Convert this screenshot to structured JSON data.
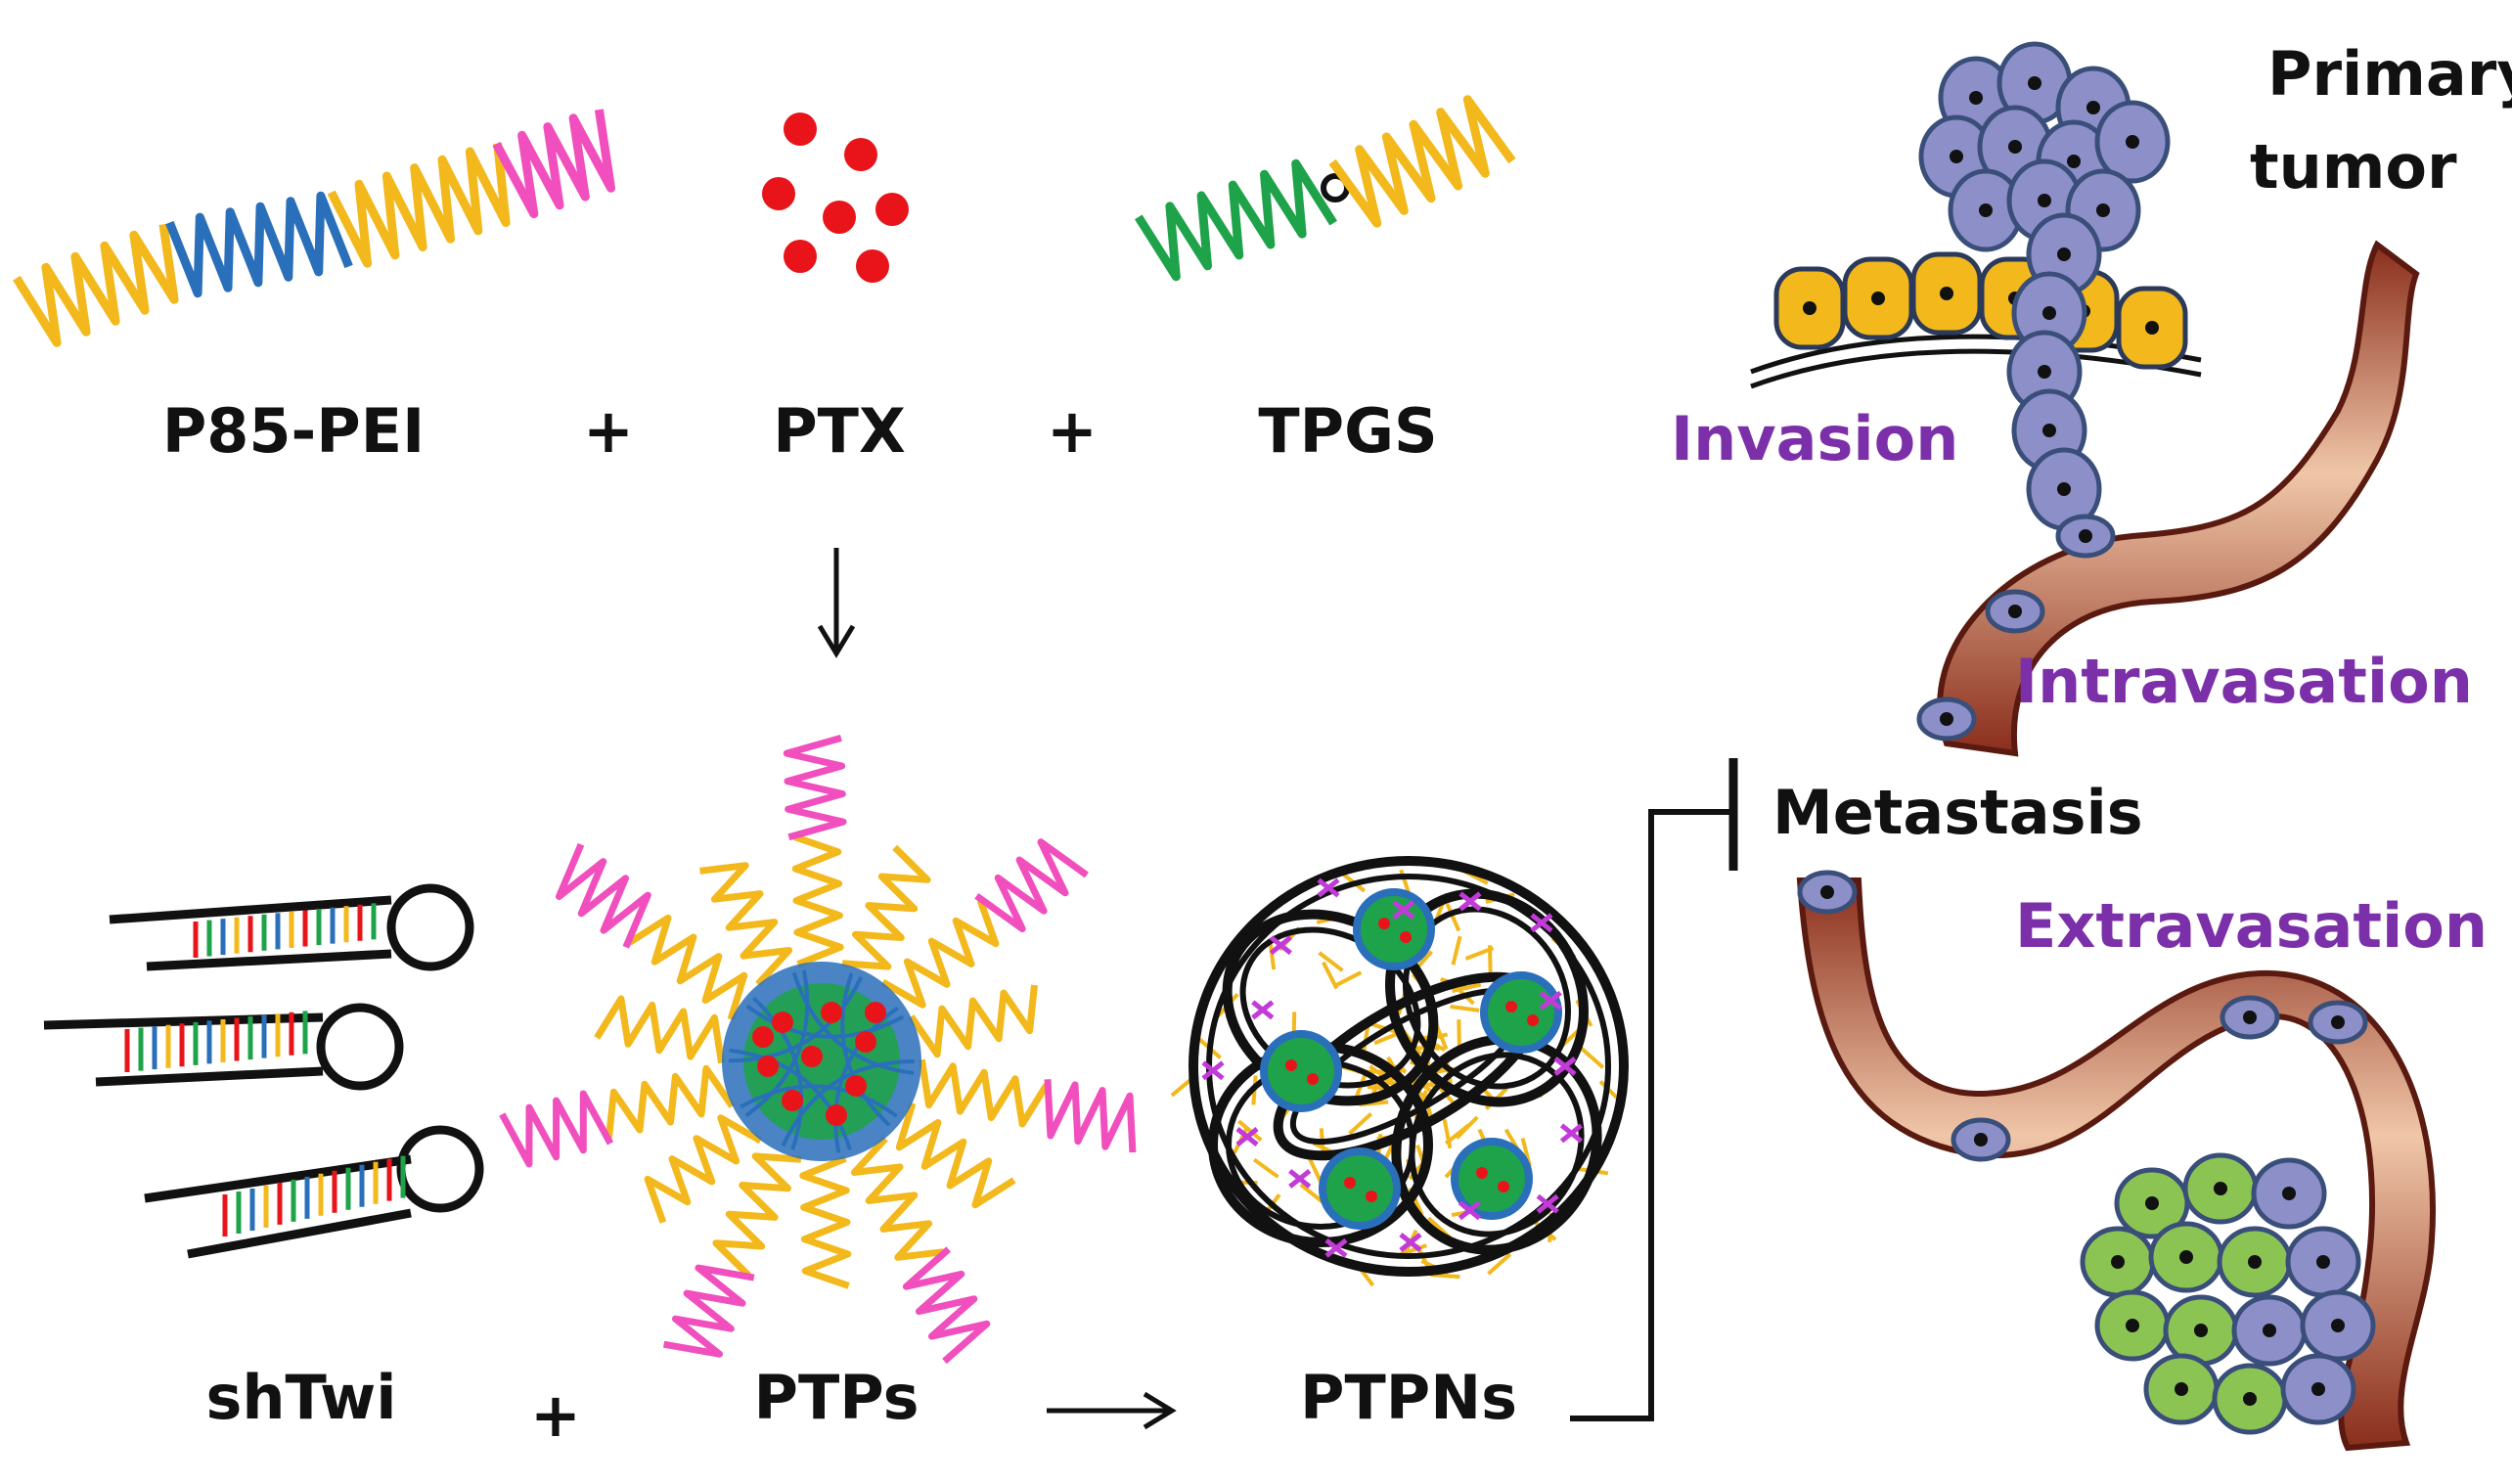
{
  "labels": {
    "p85_pei": "P85-PEI",
    "plus_1": "+",
    "ptx": "PTX",
    "plus_2": "+",
    "tpgs": "TPGS",
    "shtwi": "shTwi",
    "plus_3": "+",
    "ptps": "PTPs",
    "ptpns": "PTPNs"
  },
  "tumor": {
    "primary_line1": "Primary",
    "primary_line2": "tumor",
    "metastasis": "Metastasis",
    "invasion": "Invasion",
    "intravasation": "Intravasation",
    "extravasation": "Extravasation"
  },
  "colors": {
    "yellow_chain": "#f2b81c",
    "blue_chain": "#2a6fba",
    "pink_chain": "#f04fbd",
    "green_chain": "#1fa34a",
    "drug_dot": "#e8141a",
    "event_text": "#7b2fa8",
    "vessel": "#a8402a",
    "primary_cell": "#8c8fc8",
    "epithelial_cell": "#f2b81c",
    "metastatic_cell": "#8cc453"
  }
}
